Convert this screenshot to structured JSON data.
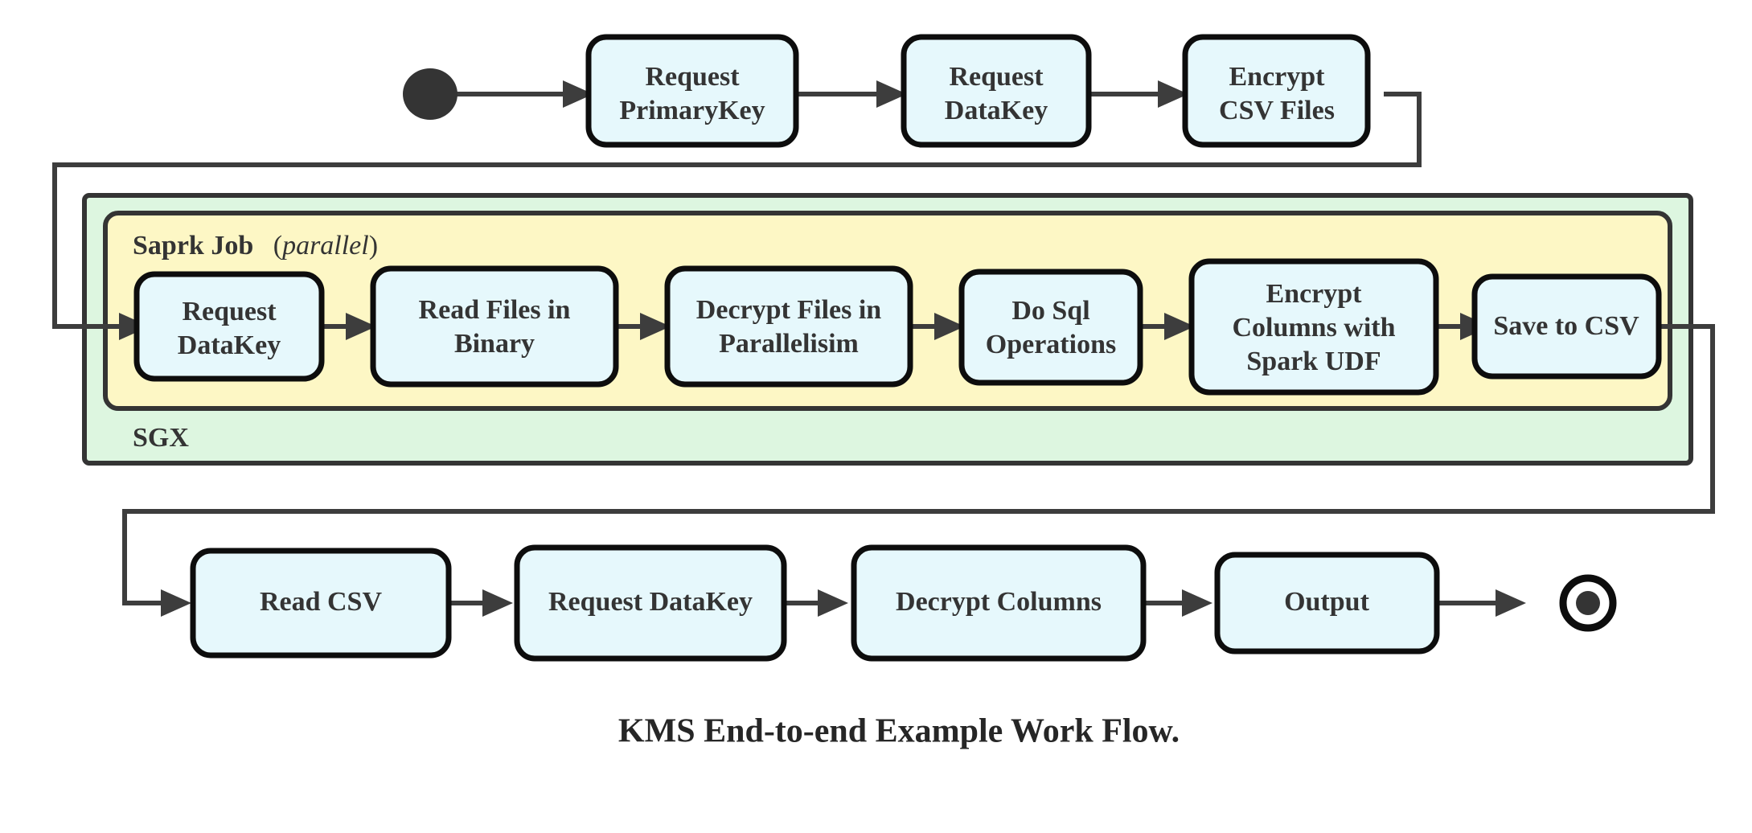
{
  "diagram": {
    "caption": "KMS End-to-end Example Work Flow.",
    "colors": {
      "node_fill": "#e6f8fc",
      "node_stroke": "#0d0d0d",
      "sgx_fill": "#ddf6e0",
      "spark_fill": "#fdf7c5",
      "edge": "#3d3d3d",
      "text": "#343434"
    },
    "start_node": {
      "name": "start"
    },
    "end_node": {
      "name": "end"
    },
    "containers": [
      {
        "id": "sgx",
        "label": "SGX",
        "label_suffix": "",
        "label_position": "bottom-left"
      },
      {
        "id": "spark-job",
        "label": "Saprk Job",
        "label_italic": "parallel",
        "label_paren_open": "(",
        "label_paren_close": ")",
        "label_position": "top-left"
      }
    ],
    "rows": {
      "top": {
        "nodes": [
          {
            "id": "request-primarykey",
            "lines": [
              "Request",
              "PrimaryKey"
            ]
          },
          {
            "id": "request-datakey-top",
            "lines": [
              "Request",
              "DataKey"
            ]
          },
          {
            "id": "encrypt-csv-files",
            "lines": [
              "Encrypt",
              "CSV Files"
            ]
          }
        ]
      },
      "middle": {
        "nodes": [
          {
            "id": "request-datakey-mid",
            "lines": [
              "Request",
              "DataKey"
            ]
          },
          {
            "id": "read-files-in-binary",
            "lines": [
              "Read Files in",
              "Binary"
            ]
          },
          {
            "id": "decrypt-files-in-parallelisim",
            "lines": [
              "Decrypt Files in",
              "Parallelisim"
            ]
          },
          {
            "id": "do-sql-operations",
            "lines": [
              "Do Sql",
              "Operations"
            ]
          },
          {
            "id": "encrypt-columns-with-spark-udf",
            "lines": [
              "Encrypt",
              "Columns with",
              "Spark UDF"
            ]
          },
          {
            "id": "save-to-csv",
            "lines": [
              "Save to CSV"
            ]
          }
        ]
      },
      "bottom": {
        "nodes": [
          {
            "id": "read-csv",
            "lines": [
              "Read CSV"
            ]
          },
          {
            "id": "request-datakey-bottom",
            "lines": [
              "Request DataKey"
            ]
          },
          {
            "id": "decrypt-columns",
            "lines": [
              "Decrypt Columns"
            ]
          },
          {
            "id": "output",
            "lines": [
              "Output"
            ]
          }
        ]
      }
    }
  }
}
